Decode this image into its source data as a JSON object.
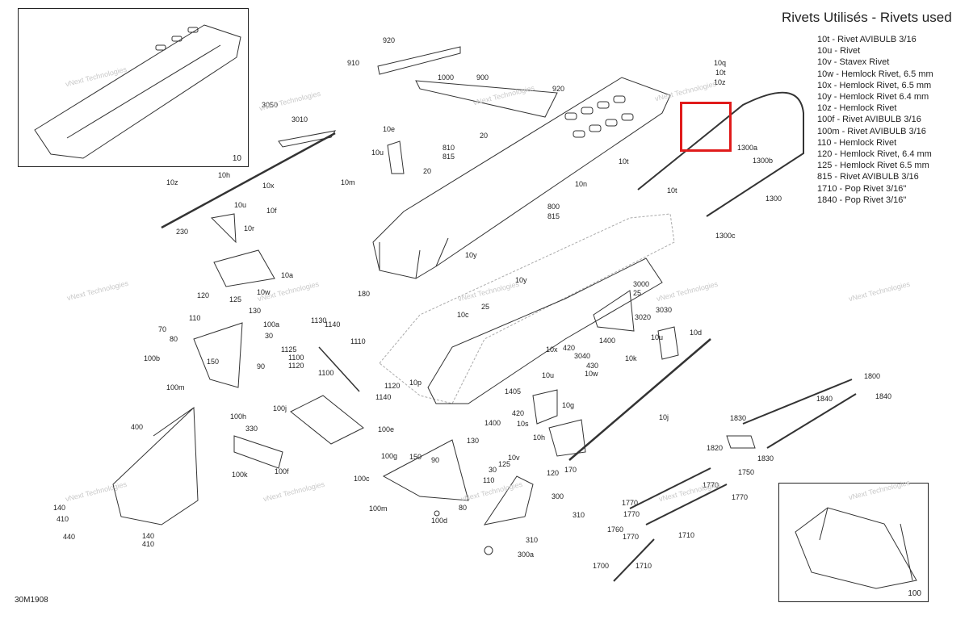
{
  "legend": {
    "title": "Rivets Utilisés - Rivets used",
    "items": [
      "10t - Rivet AVIBULB 3/16",
      "10u - Rivet",
      "10v - Stavex Rivet",
      "10w - Hemlock Rivet, 6.5 mm",
      "10x - Hemlock Rivet, 6.5 mm",
      "10y - Hemlock Rivet 6.4 mm",
      "10z - Hemlock Rivet",
      "100f - Rivet AVIBULB 3/16",
      "100m - Rivet AVIBULB 3/16",
      "110 - Hemlock Rivet",
      "120 - Hemlock Rivet, 6.4 mm",
      "125 - Hemlock Rivet 6.5 mm",
      "815 - Rivet AVIBULB 3/16",
      "1710 - Pop Rivet 3/16\"",
      "1840 - Pop Rivet 3/16\""
    ]
  },
  "insets": [
    {
      "id": "inset-10",
      "label": "10"
    },
    {
      "id": "inset-100",
      "label": "100"
    }
  ],
  "diagram_code": "30M1908",
  "watermark": "vNext Technologies",
  "callouts": [
    "920",
    "910",
    "1000",
    "900",
    "920",
    "3050",
    "3010",
    "10e",
    "20",
    "810",
    "815",
    "10u",
    "20",
    "10m",
    "10h",
    "10z",
    "10x",
    "10u",
    "10f",
    "10r",
    "230",
    "10q",
    "10t",
    "10z",
    "1300a",
    "1300b",
    "1300",
    "10t",
    "10t",
    "1300c",
    "10n",
    "800",
    "815",
    "10y",
    "10a",
    "10w",
    "125",
    "120",
    "130",
    "10y",
    "180",
    "110",
    "100a",
    "70",
    "80",
    "30",
    "150",
    "100b",
    "90",
    "100m",
    "1130",
    "1140",
    "1110",
    "1125",
    "1100",
    "1120",
    "1100",
    "1120",
    "1140",
    "10c",
    "25",
    "10p",
    "3000",
    "25",
    "3020",
    "3030",
    "10u",
    "10d",
    "10k",
    "1400",
    "10x",
    "420",
    "3040",
    "430",
    "10u",
    "10w",
    "1405",
    "1400",
    "420",
    "10s",
    "10g",
    "10j",
    "1800",
    "1840",
    "1840",
    "400",
    "100h",
    "100j",
    "330",
    "100e",
    "100f",
    "100k",
    "100g",
    "140",
    "410",
    "440",
    "140",
    "410",
    "130",
    "150",
    "90",
    "100c",
    "100m",
    "30",
    "100d",
    "110",
    "80",
    "10v",
    "125",
    "120",
    "170",
    "300",
    "310",
    "310",
    "300a",
    "10h",
    "1830",
    "1820",
    "1830",
    "1750",
    "1770",
    "1770",
    "1770",
    "1760",
    "1770",
    "1710",
    "1700",
    "1710",
    "1770"
  ]
}
